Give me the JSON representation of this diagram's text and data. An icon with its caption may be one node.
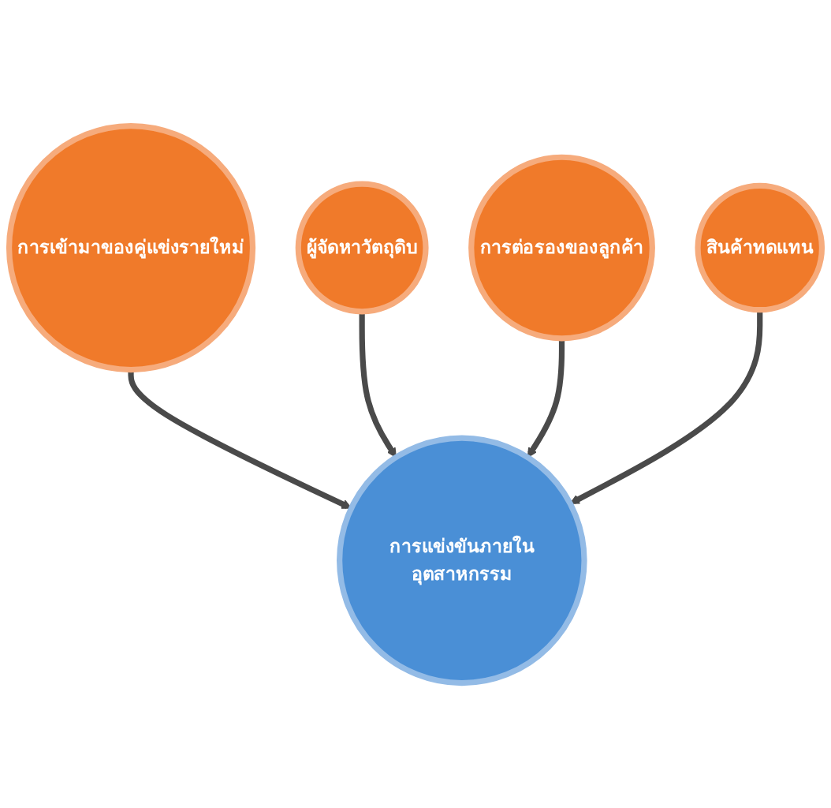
{
  "diagram": {
    "nodes": [
      {
        "text": [
          "การเข้ามาของคู่แข่งรายใหม่"
        ]
      },
      {
        "text": [
          "ผู้จัดหาวัตถุดิบ"
        ]
      },
      {
        "text": [
          "การแข่งขันภายในอุตสาหกรรม"
        ]
      },
      {
        "text": [
          "การต่อรองของลูกค้า"
        ]
      },
      {
        "text": [
          "สินค้าทดแทน"
        ]
      }
    ],
    "edges": [
      {
        "from": 0,
        "to": 2,
        "arrow": "to"
      },
      {
        "from": 1,
        "to": 2,
        "arrow": "to"
      },
      {
        "from": 3,
        "to": 2,
        "arrow": "to"
      },
      {
        "from": 4,
        "to": 2,
        "arrow": "to"
      }
    ]
  }
}
